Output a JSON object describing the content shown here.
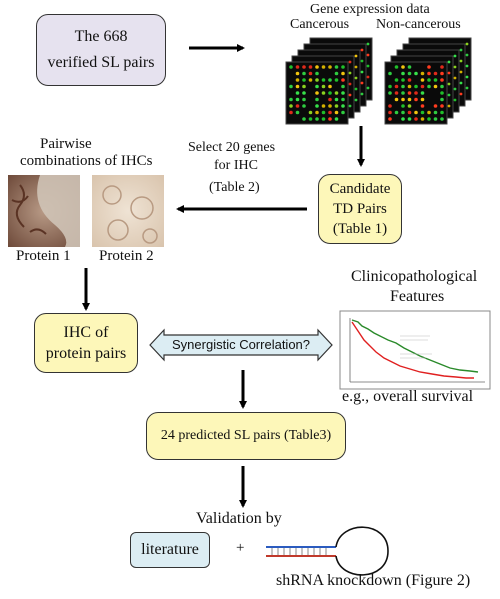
{
  "source_box": {
    "line1": "The 668",
    "line2": "verified SL pairs"
  },
  "expression": {
    "title": "Gene expression data",
    "cancerous": "Cancerous",
    "noncancerous": "Non-cancerous"
  },
  "ihc_images": {
    "title_line1": "Pairwise",
    "title_line2": "combinations of IHCs",
    "protein1": "Protein 1",
    "protein2": "Protein 2"
  },
  "select_label": {
    "line1": "Select 20 genes",
    "line2": "for IHC",
    "line3": "(Table 2)"
  },
  "candidate_box": {
    "line1": "Candidate",
    "line2": "TD Pairs",
    "line3": "(Table 1)"
  },
  "ihc_box": {
    "line1": "IHC of",
    "line2": "protein pairs"
  },
  "synergy": {
    "label": "Synergistic Correlation?"
  },
  "clinico": {
    "line1": "Clinicopathological",
    "line2": "Features",
    "example": "e.g., overall survival"
  },
  "predicted_box": {
    "label": "24 predicted SL pairs (Table3)"
  },
  "validation": {
    "title": "Validation by",
    "literature": "literature",
    "plus": "+",
    "shrna": "shRNA knockdown (Figure 2)"
  },
  "colors": {
    "lavender": "#e6e2ef",
    "yellow": "#fdf7b9",
    "light_blue": "#dcedf3",
    "survival_green": "#2a8a2a",
    "survival_red": "#e02020"
  }
}
